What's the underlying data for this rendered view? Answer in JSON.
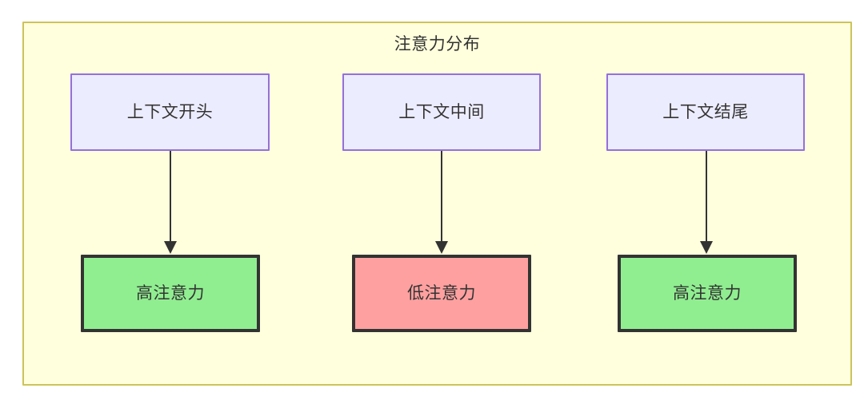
{
  "diagram": {
    "title": "注意力分布",
    "background_color": "#ffffff",
    "container": {
      "fill": "#ffffdd",
      "stroke": "#ccc35b"
    },
    "palette": {
      "context_fill": "#ececff",
      "context_stroke": "#9370db",
      "high_attention_fill": "#90ee90",
      "low_attention_fill": "#ffa0a0",
      "strong_stroke": "#333333",
      "text_color": "#333333"
    },
    "nodes": {
      "context": [
        {
          "id": "ctx-start",
          "label": "上下文开头"
        },
        {
          "id": "ctx-mid",
          "label": "上下文中间"
        },
        {
          "id": "ctx-end",
          "label": "上下文结尾"
        }
      ],
      "attention": [
        {
          "id": "attn-start",
          "label": "高注意力",
          "level": "high"
        },
        {
          "id": "attn-mid",
          "label": "低注意力",
          "level": "low"
        },
        {
          "id": "attn-end",
          "label": "高注意力",
          "level": "high"
        }
      ]
    },
    "edges": [
      {
        "from": "ctx-start",
        "to": "attn-start",
        "label": ""
      },
      {
        "from": "ctx-mid",
        "to": "attn-mid",
        "label": ""
      },
      {
        "from": "ctx-end",
        "to": "attn-end",
        "label": ""
      }
    ]
  }
}
